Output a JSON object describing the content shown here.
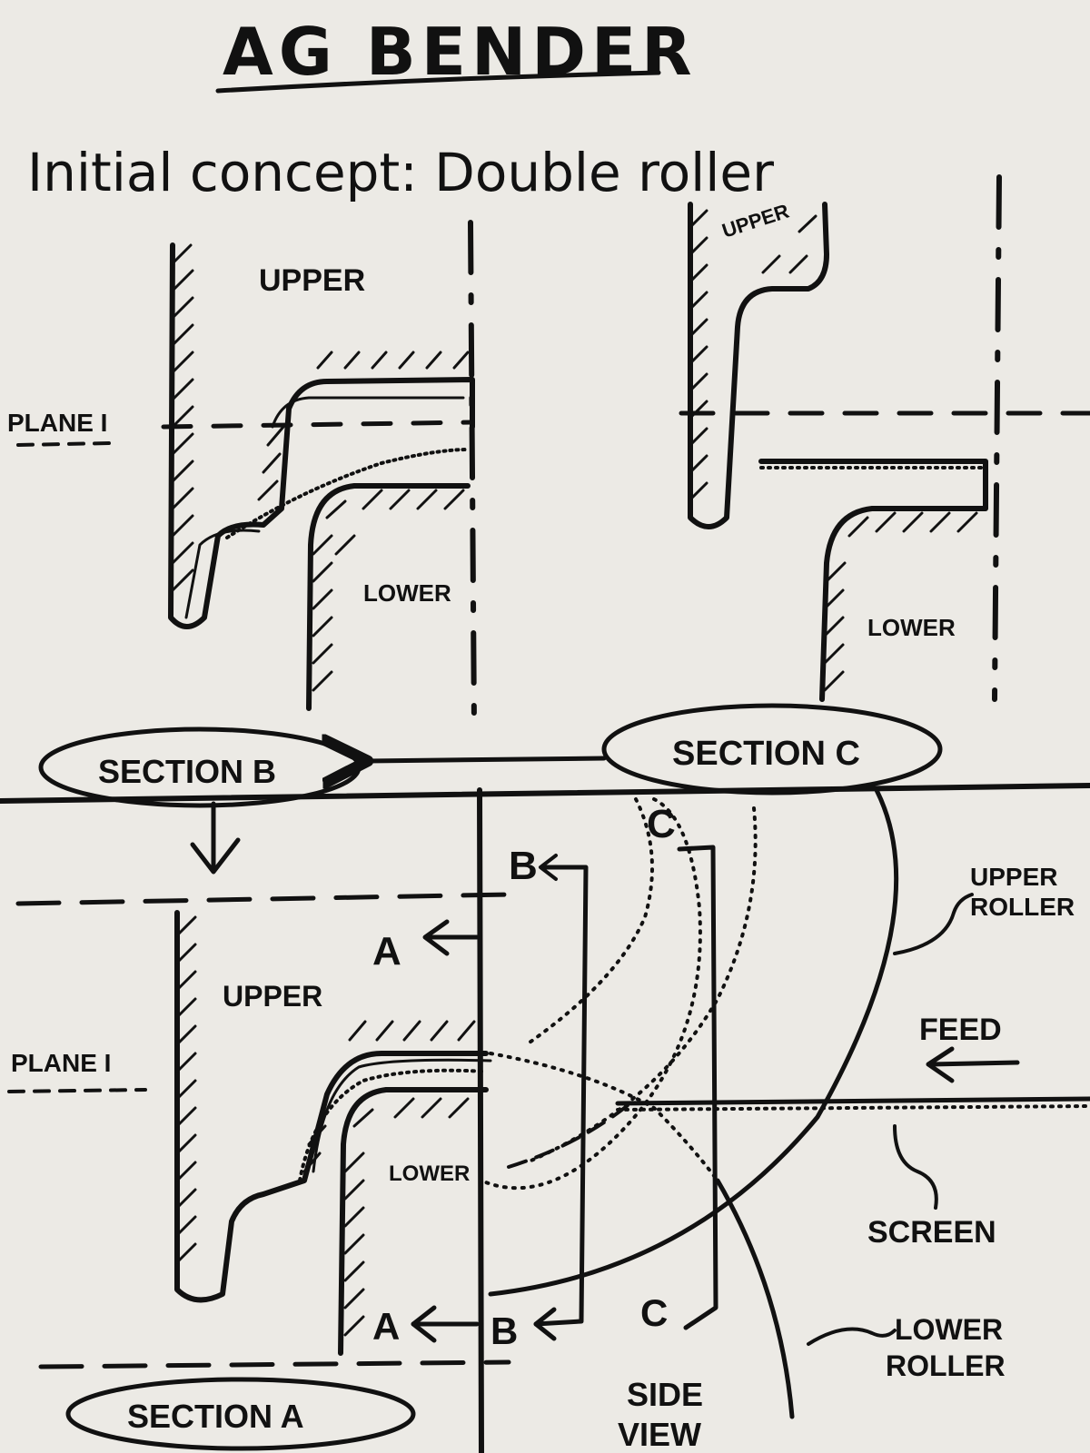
{
  "title": "AG BENDER",
  "subtitle": "Initial concept: Double roller",
  "section_b": {
    "plane_label": "PLANE I",
    "upper_label": "UPPER",
    "lower_label": "LOWER",
    "section_label": "SECTION B"
  },
  "section_c": {
    "upper_label": "UPPER",
    "lower_label": "LOWER",
    "section_label": "SECTION C"
  },
  "section_a": {
    "plane_label": "PLANE I",
    "upper_label": "UPPER",
    "lower_label": "LOWER",
    "section_label": "SECTION A"
  },
  "side_view": {
    "marker_a": "A",
    "marker_b": "B",
    "marker_c": "C",
    "upper_roller_label": [
      "UPPER",
      "ROLLER"
    ],
    "lower_roller_label": [
      "LOWER",
      "ROLLER"
    ],
    "feed_label": "FEED",
    "screen_label": "SCREEN",
    "view_label": [
      "SIDE",
      "VIEW"
    ]
  }
}
